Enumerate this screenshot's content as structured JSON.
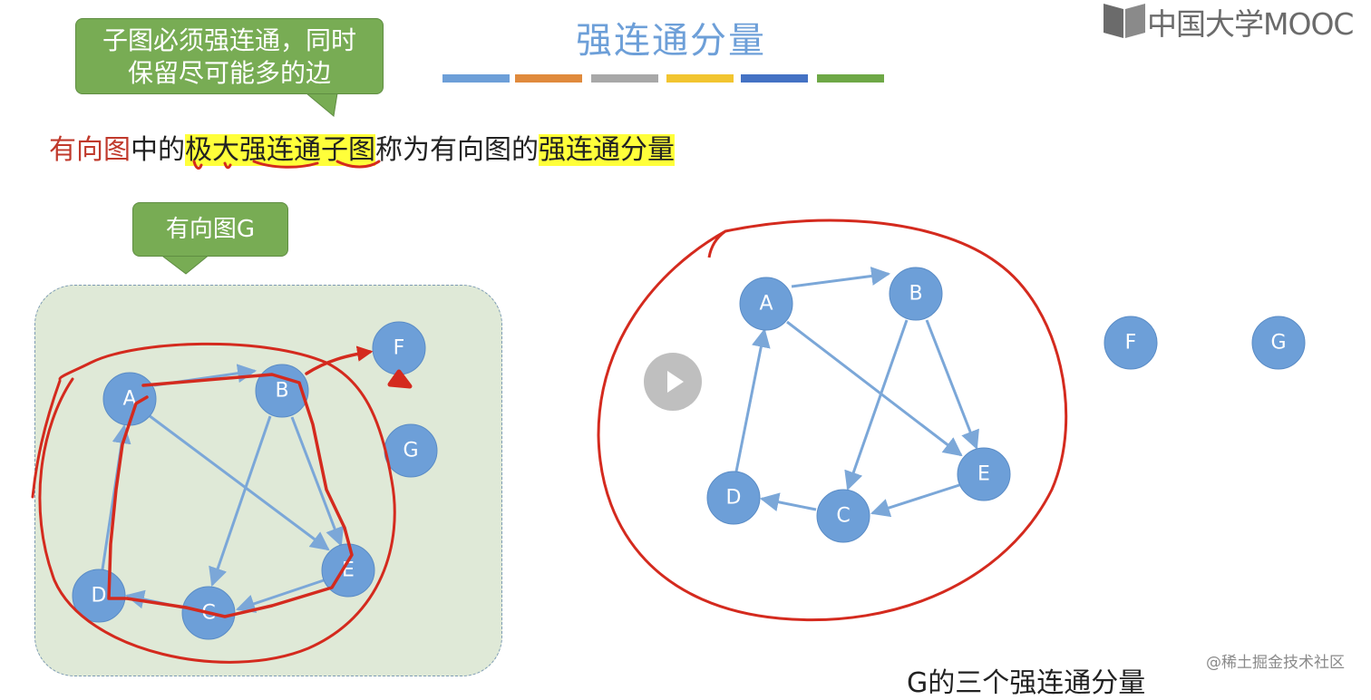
{
  "title": "强连通分量",
  "logo_text": "中国大学MOOC",
  "color_bars": [
    "#6d9fd8",
    "#e08a3c",
    "#a8a8a8",
    "#f2c530",
    "#4472c4",
    "#6ea846"
  ],
  "callout_top": {
    "line1": "子图必须强连通，同时",
    "line2": "保留尽可能多的边"
  },
  "callout_graph": "有向图G",
  "sentence": {
    "part1": "有向图",
    "part2": "中的",
    "part3": "极大强连通子图",
    "part4": "称为有向图的",
    "part5": "强连通分量"
  },
  "left_graph": {
    "nodes": [
      "A",
      "B",
      "C",
      "D",
      "E",
      "F",
      "G"
    ]
  },
  "right_graph": {
    "nodes": [
      "A",
      "B",
      "C",
      "D",
      "E",
      "F",
      "G"
    ]
  },
  "caption": "G的三个强连通分量",
  "watermark": "@稀土掘金技术社区",
  "colors": {
    "node": "#6d9fd8",
    "edge": "#7ba7d8",
    "ink": "#d42a1e",
    "callout": "#78ac54",
    "highlight": "#ffff3a"
  }
}
